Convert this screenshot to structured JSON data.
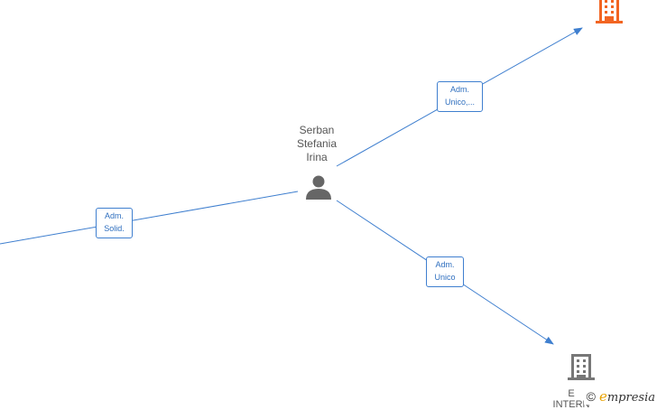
{
  "person": {
    "name_lines": [
      "Serban",
      "Stefania",
      "Irina"
    ],
    "icon": "person-icon"
  },
  "relations": [
    {
      "id": "top-right",
      "label_lines": [
        "Adm.",
        "Unico,..."
      ]
    },
    {
      "id": "left",
      "label_lines": [
        "Adm.",
        "Solid."
      ]
    },
    {
      "id": "bottom-right",
      "label_lines": [
        "Adm.",
        "Unico"
      ]
    }
  ],
  "companies": [
    {
      "id": "top-right",
      "icon": "building-icon",
      "color": "#f26522",
      "label": ""
    },
    {
      "id": "bottom-right",
      "icon": "building-icon",
      "color": "#777777",
      "label_lines": [
        "E",
        "INTERN"
      ]
    }
  ],
  "colors": {
    "edge": "#3f7fcf",
    "person_icon": "#666666"
  },
  "watermark": {
    "copyright": "©",
    "brand_initial": "e",
    "brand_rest": "mpresia"
  }
}
